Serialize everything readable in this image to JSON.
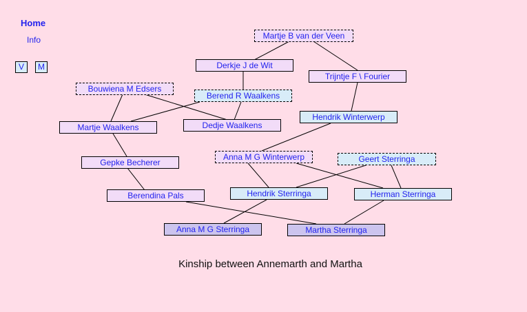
{
  "nav": {
    "home": "Home",
    "info": "Info",
    "v_button": "V",
    "m_button": "M"
  },
  "caption": "Kinship between Annemarth and Martha",
  "nodes": {
    "marije_vdveen": "Martje  B van der Veen",
    "derkje_dewit": "Derkje  J de Wit",
    "trijntje_fourier": "Trijntje  F \\ Fourier",
    "bouwiena_edsers": "Bouwiena  M Edsers",
    "berend_waalkens": "Berend  R Waalkens",
    "martje_waalkens": "Martje Waalkens",
    "dedje_waalkens": "Dedje Waalkens",
    "hendrik_winterwerp": "Hendrik Winterwerp",
    "anna_winterwerp": "Anna  M G Winterwerp",
    "geert_sterringa": "Geert Sterringa",
    "gepke_becherer": "Gepke Becherer",
    "berendina_pals": "Berendina Pals",
    "hendrik_sterringa": "Hendrik  Sterringa",
    "herman_sterringa": "Herman Sterringa",
    "anna_sterringa": "Anna  M G Sterringa",
    "martha_sterringa": "Martha Sterringa"
  },
  "colors": {
    "background": "#ffdde8",
    "link_text": "#2222ee",
    "pink_box": "#f2dcf8",
    "blue_box": "#d8ecf8",
    "violet_box": "#ccc4ee"
  }
}
